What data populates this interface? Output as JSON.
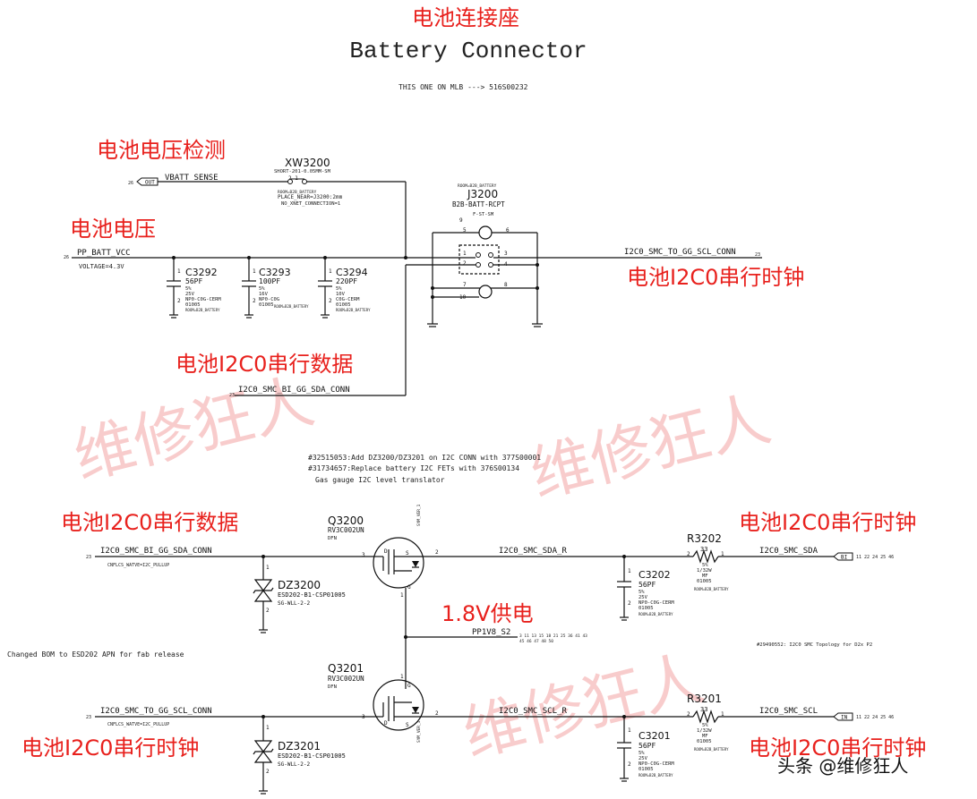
{
  "header": {
    "title_cn": "电池连接座",
    "title_en": "Battery Connector",
    "note": "THIS ONE ON MLB  --->   516S00232"
  },
  "annotations": {
    "vsense_cn": "电池电压检测",
    "vbatt_cn": "电池电压",
    "scl_cn_top": "电池I2C0串行时钟",
    "sda_cn_top": "电池I2C0串行数据",
    "sda_cn_mid": "电池I2C0串行数据",
    "scl_cn_mid": "电池I2C0串行时钟",
    "pp18_cn": "1.8V供电",
    "scl_cn_bl": "电池I2C0串行时钟",
    "scl_cn_br": "电池I2C0串行时钟"
  },
  "watermarks": {
    "text": "维修狂人",
    "footer": "头条 @维修狂人"
  },
  "nets": {
    "vbatt_sense": "VBATT_SENSE",
    "pp_batt_vcc": "PP_BATT_VCC",
    "voltage": "VOLTAGE=4.3V",
    "scl_conn_top": "I2C0_SMC_TO_GG_SCL_CONN",
    "sda_conn_top": "I2C0_SMC_BI_GG_SDA_CONN",
    "sda_conn": "I2C0_SMC_BI_GG_SDA_CONN",
    "sda_r": "I2C0_SMC_SDA_R",
    "sda": "I2C0_SMC_SDA",
    "pp1v8": "PP1V8_S2",
    "scl_conn": "I2C0_SMC_TO_GG_SCL_CONN",
    "scl_r": "I2C0_SMC_SCL_R",
    "scl": "I2C0_SMC_SCL",
    "cnflcs_sda": "CNFLCS_WATVE=I2C_PULLUP",
    "cnflcs_scl": "CNFLCS_WATVE=I2C_PULLUP",
    "sym_ver": "SYM_VER_1",
    "pp18_pages": "45  46  47  48  50",
    "pp18_pages2": "3  11  13  15  18  21  25  36  41  43",
    "sda_pages": "11  22  24  25  46",
    "scl_pages": "11  22  24  25  46",
    "sda_pg": "23",
    "scl_pg": "23",
    "vs_pg": "26",
    "pp_pg": "26",
    "gg_scl_pg": "23",
    "gg_sda_pg": "23"
  },
  "flags": {
    "out": "OUT",
    "bi": "BI",
    "in": "IN"
  },
  "parts": {
    "xw3200": {
      "ref": "XW3200",
      "val": "SHORT-201-0.05MM-SM",
      "pins": "2    1",
      "note1": "ROOM=B2B_BATTERY",
      "note2": "PLACE_NEAR=J3200:2mm",
      "note3": "NO_XNET_CONNECTION=1"
    },
    "j3200": {
      "ref": "J3200",
      "val": "B2B-BATT-RCPT",
      "sub": "F-ST-SM",
      "room": "ROOM=B2B_BATTERY",
      "p9": "9",
      "p5": "5",
      "p6": "6",
      "p1": "1",
      "p3": "3",
      "p2": "2",
      "p4": "4",
      "p7": "7",
      "p8": "8",
      "p10": "10"
    },
    "c3292": {
      "ref": "C3292",
      "val": "56PF",
      "d1": "5%",
      "d2": "25V",
      "d3": "NP0-C0G-CERM",
      "d4": "01005",
      "room": "ROOM=B2B_BATTERY"
    },
    "c3293": {
      "ref": "C3293",
      "val": "100PF",
      "d1": "5%",
      "d2": "16V",
      "d3": "NP0-C0G",
      "d4": "01005",
      "room": "ROOM=B2B_BATTERY"
    },
    "c3294": {
      "ref": "C3294",
      "val": "220PF",
      "d1": "5%",
      "d2": "10V",
      "d3": "C0G-CERM",
      "d4": "01005",
      "room": "ROOM=B2B_BATTERY"
    },
    "q3200": {
      "ref": "Q3200",
      "val": "RV3C002UN",
      "pkg": "DFN"
    },
    "q3201": {
      "ref": "Q3201",
      "val": "RV3C002UN",
      "pkg": "DFN"
    },
    "dz3200": {
      "ref": "DZ3200",
      "val": "ESD202-B1-CSP01005",
      "pkg": "SG-WLL-2-2"
    },
    "dz3201": {
      "ref": "DZ3201",
      "val": "ESD202-B1-CSP01005",
      "pkg": "SG-WLL-2-2"
    },
    "r3202": {
      "ref": "R3202",
      "val": "33",
      "d1": "5%",
      "d2": "1/32W",
      "d3": "MF",
      "d4": "01005",
      "room": "ROOM=B2B_BATTERY"
    },
    "r3201": {
      "ref": "R3201",
      "val": "33",
      "d1": "5%",
      "d2": "1/32W",
      "d3": "MF",
      "d4": "01005",
      "room": "ROOM=B2B_BATTERY"
    },
    "c3202": {
      "ref": "C3202",
      "val": "56PF",
      "d1": "5%",
      "d2": "25V",
      "d3": "NP0-C0G-CERM",
      "d4": "01005",
      "room": "ROOM=B2B_BATTERY"
    },
    "c3201": {
      "ref": "C3201",
      "val": "56PF",
      "d1": "5%",
      "d2": "25V",
      "d3": "NP0-C0G-CERM",
      "d4": "01005",
      "room": "ROOM=B2B_BATTERY"
    }
  },
  "notes": {
    "rev1": "#32515053:Add DZ3200/DZ3201 on I2C CONN with 377S00001",
    "rev2": "#31734657:Replace battery I2C FETs with 376S00134",
    "rev3": "Gas gauge I2C level translator",
    "bom": "Changed BOM to ESD202 APN for fab release",
    "topo": "#29490552: I2C0 SMC Topology for D2x P2"
  }
}
